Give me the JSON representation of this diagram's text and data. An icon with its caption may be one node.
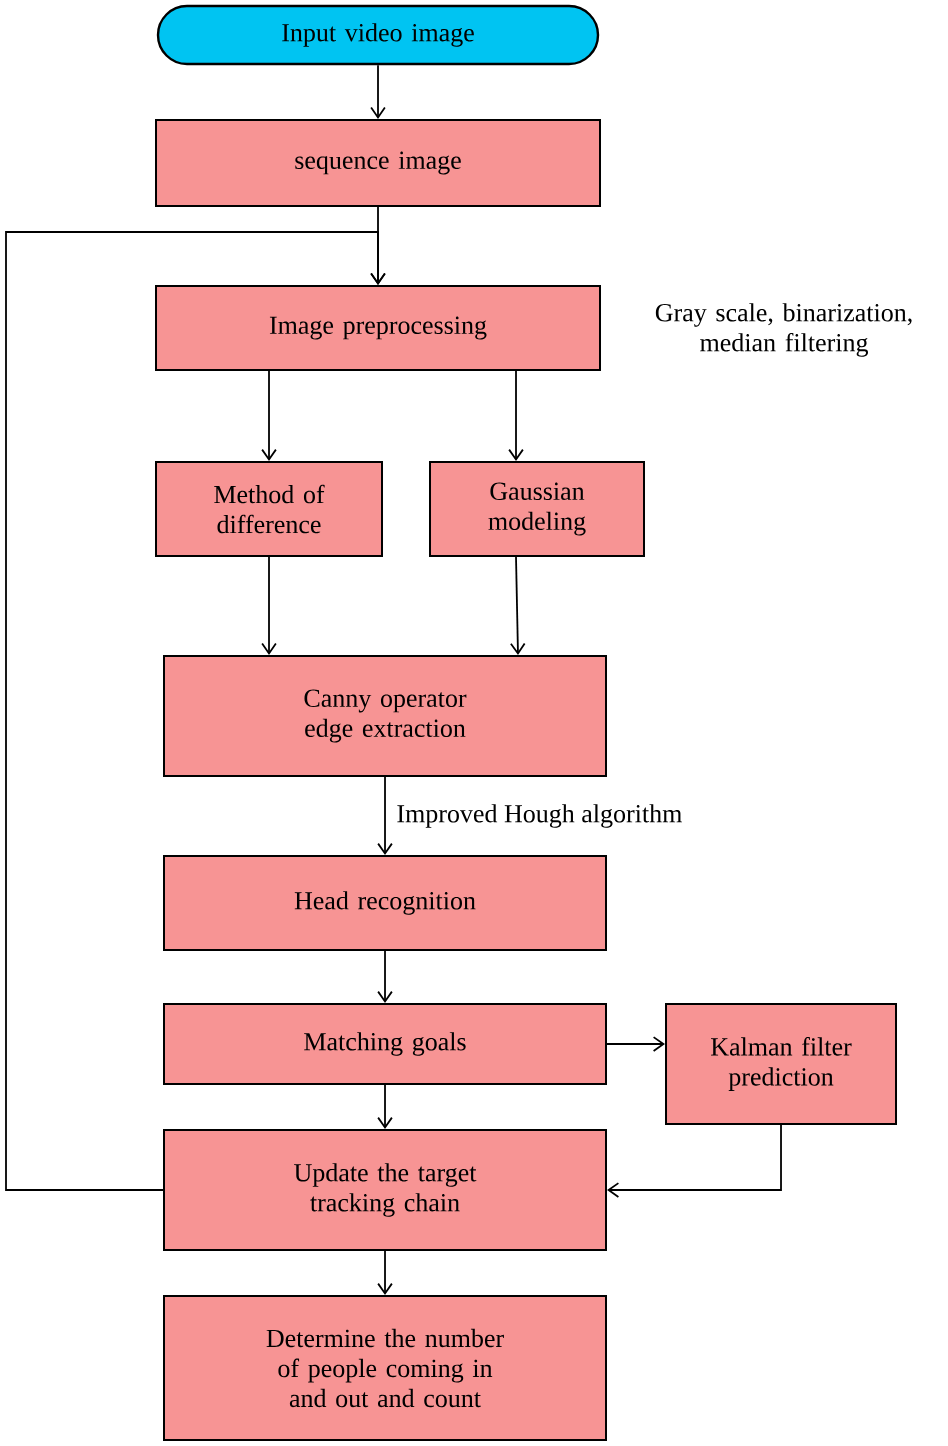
{
  "diagram": {
    "nodes": [
      {
        "text": [
          "Input video image"
        ]
      },
      {
        "text": [
          "sequence image"
        ]
      },
      {
        "text": [
          "Image preprocessing"
        ],
        "beside": [
          "Gray scale, binarization, median filtering"
        ]
      },
      {
        "text": [
          "Method of difference"
        ]
      },
      {
        "text": [
          "Gaussian modeling"
        ]
      },
      {
        "text": [
          "Canny operator edge extraction"
        ]
      },
      {
        "text": [
          "Head recognition"
        ]
      },
      {
        "text": [
          "Matching goals"
        ]
      },
      {
        "text": [
          "Kalman filter prediction"
        ]
      },
      {
        "text": [
          "Update the target tracking chain"
        ]
      },
      {
        "text": [
          "Determine the number of people coming in and out and count"
        ]
      }
    ],
    "edges": [
      {
        "from": 0,
        "to": 1,
        "arrow": "to"
      },
      {
        "from": 1,
        "to": 2,
        "arrow": "to"
      },
      {
        "from": 2,
        "to": 3,
        "arrow": "to"
      },
      {
        "from": 2,
        "to": 4,
        "arrow": "to"
      },
      {
        "from": 3,
        "to": 5,
        "arrow": "to"
      },
      {
        "from": 4,
        "to": 5,
        "arrow": "to"
      },
      {
        "from": 5,
        "to": 6,
        "arrow": "to",
        "label": "Improved Hough algorithm"
      },
      {
        "from": 6,
        "to": 7,
        "arrow": "to"
      },
      {
        "from": 7,
        "to": 8,
        "arrow": "to"
      },
      {
        "from": 7,
        "to": 9,
        "arrow": "to"
      },
      {
        "from": 8,
        "to": 9,
        "arrow": "to"
      },
      {
        "from": 9,
        "to": 2,
        "arrow": "to"
      },
      {
        "from": 9,
        "to": 10,
        "arrow": "to"
      }
    ]
  }
}
